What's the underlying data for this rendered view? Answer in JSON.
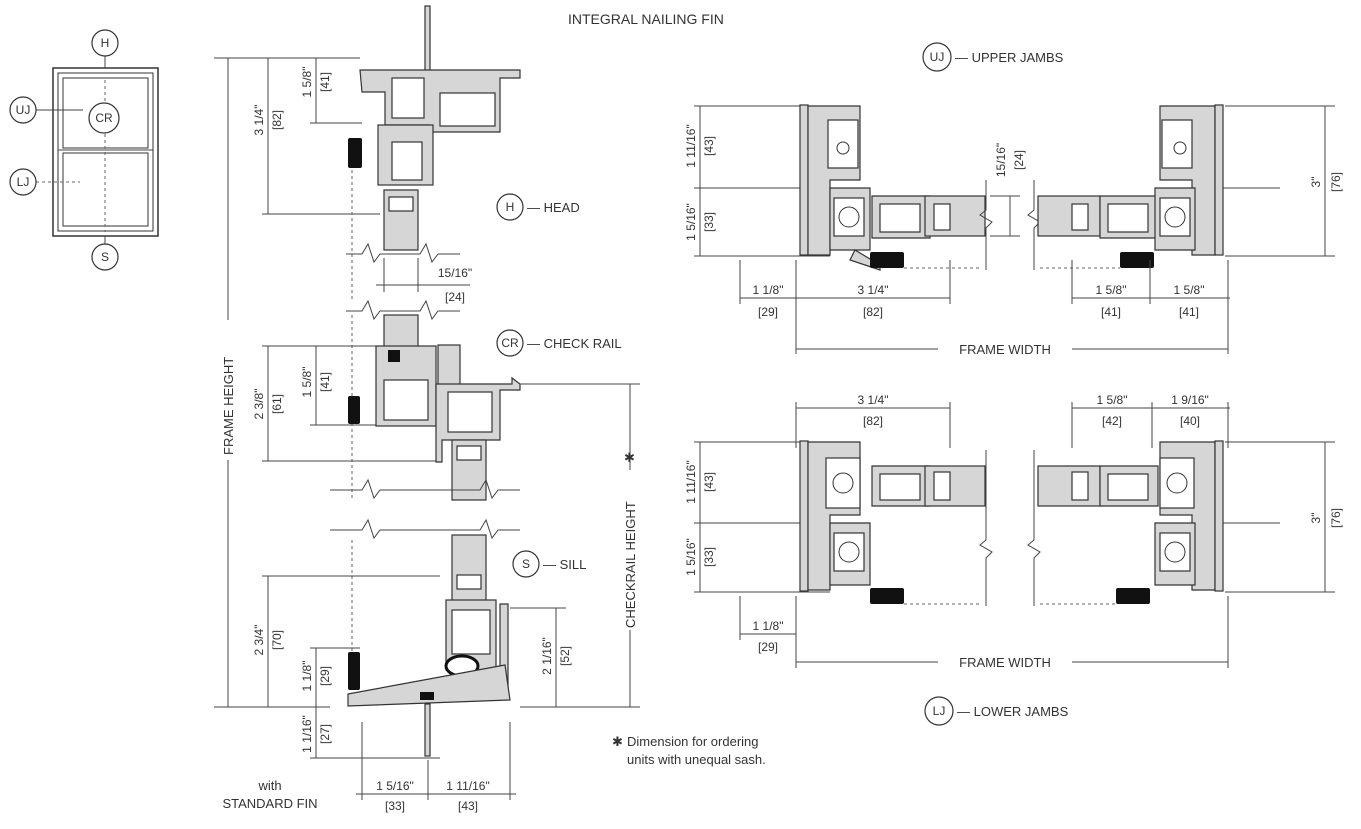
{
  "title": "INTEGRAL NAILING FIN",
  "key_plan": {
    "head": "H",
    "upper_jambs": "UJ",
    "check_rail": "CR",
    "lower_jambs": "LJ",
    "sill": "S"
  },
  "callouts": {
    "head": "H",
    "head_label": "— HEAD",
    "check_rail": "CR",
    "check_rail_label": "— CHECK RAIL",
    "sill": "S",
    "sill_label": "— SILL",
    "upper_jambs": "UJ",
    "upper_jambs_label": "— UPPER JAMBS",
    "lower_jambs": "LJ",
    "lower_jambs_label": "— LOWER JAMBS"
  },
  "vertical_section": {
    "frame_height": "FRAME HEIGHT",
    "checkrail_height": "CHECKRAIL HEIGHT",
    "head_overall": "3 1/4\"",
    "head_overall_mm": "[82]",
    "head_sash": "1 5/8\"",
    "head_sash_mm": "[41]",
    "glass": "15/16\"",
    "glass_mm": "[24]",
    "checkrail_overall": "2 3/8\"",
    "checkrail_overall_mm": "[61]",
    "checkrail_sash": "1 5/8\"",
    "checkrail_sash_mm": "[41]",
    "sill_overall": "2 3/4\"",
    "sill_overall_mm": "[70]",
    "sill_low": "1 1/8\"",
    "sill_low_mm": "[29]",
    "sill_outer": "2 1/16\"",
    "sill_outer_mm": "[52]",
    "fin": "1 1/16\"",
    "fin_mm": "[27]",
    "fin_left": "1 5/16\"",
    "fin_left_mm": "[33]",
    "fin_right": "1 11/16\"",
    "fin_right_mm": "[43]",
    "with": "with",
    "standard_fin": "STANDARD FIN"
  },
  "upper_jambs": {
    "top": "1 11/16\"",
    "top_mm": "[43]",
    "bottom": "1 5/16\"",
    "bottom_mm": "[33]",
    "glass": "15/16\"",
    "glass_mm": "[24]",
    "overall": "3\"",
    "overall_mm": "[76]",
    "left_fin": "1 1/8\"",
    "left_fin_mm": "[29]",
    "left_frame": "3 1/4\"",
    "left_frame_mm": "[82]",
    "right_sash": "1 5/8\"",
    "right_sash_mm": "[41]",
    "right_frame": "1 5/8\"",
    "right_frame_mm": "[41]",
    "frame_width": "FRAME WIDTH"
  },
  "lower_jambs": {
    "top_left": "3 1/4\"",
    "top_left_mm": "[82]",
    "top_mid": "1 5/8\"",
    "top_mid_mm": "[42]",
    "top_right": "1 9/16\"",
    "top_right_mm": "[40]",
    "top": "1 11/16\"",
    "top_mm": "[43]",
    "bottom": "1 5/16\"",
    "bottom_mm": "[33]",
    "overall": "3\"",
    "overall_mm": "[76]",
    "left_fin": "1 1/8\"",
    "left_fin_mm": "[29]",
    "frame_width": "FRAME WIDTH"
  },
  "footnote": {
    "star": "✱",
    "line1": "Dimension for ordering",
    "line2": "units with unequal sash."
  }
}
